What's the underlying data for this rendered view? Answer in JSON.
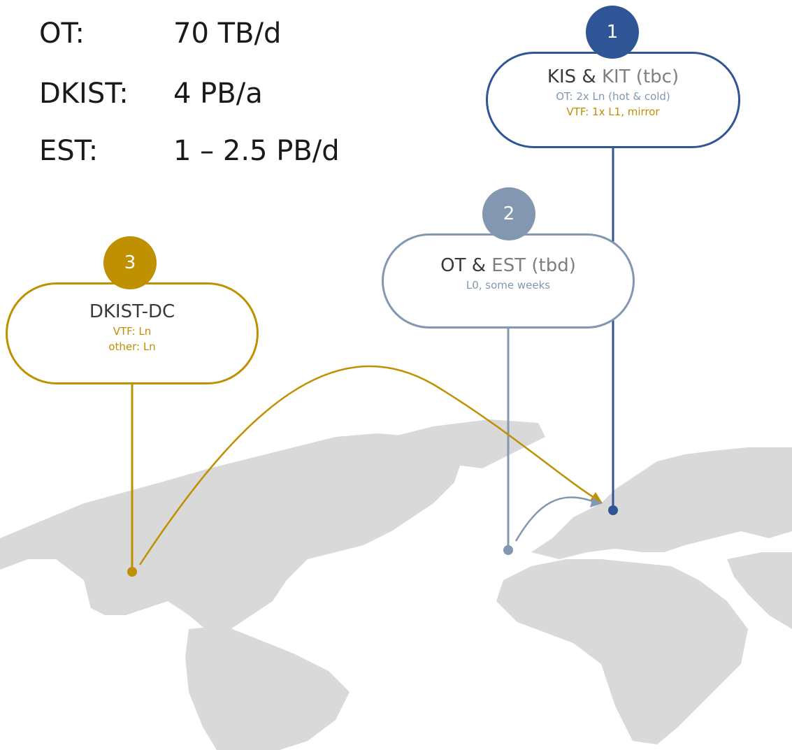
{
  "rates": [
    {
      "label": "OT:",
      "value": "70 TB/d"
    },
    {
      "label": "DKIST:",
      "value": "4 PB/a"
    },
    {
      "label": "EST:",
      "value": "1 – 2.5 PB/d"
    }
  ],
  "nodes": {
    "kis": {
      "badge": "1",
      "title_main": "KIS & ",
      "title_secondary": "KIT (tbc)",
      "line1": "OT: 2x Ln (hot & cold)",
      "line2": "VTF: 1x L1, mirror"
    },
    "ot": {
      "badge": "2",
      "title_main": "OT & ",
      "title_secondary": "EST (tbd)",
      "line1": "L0, some weeks"
    },
    "dkist": {
      "badge": "3",
      "title_main": "DKIST-DC",
      "line1": "VTF: Ln",
      "line2": "other: Ln"
    }
  },
  "colors": {
    "kis": "#2f5597",
    "ot": "#8497b0",
    "dkist": "#bf9000",
    "gray_text": "#7f7f7f",
    "map": "#d9d9d9"
  }
}
